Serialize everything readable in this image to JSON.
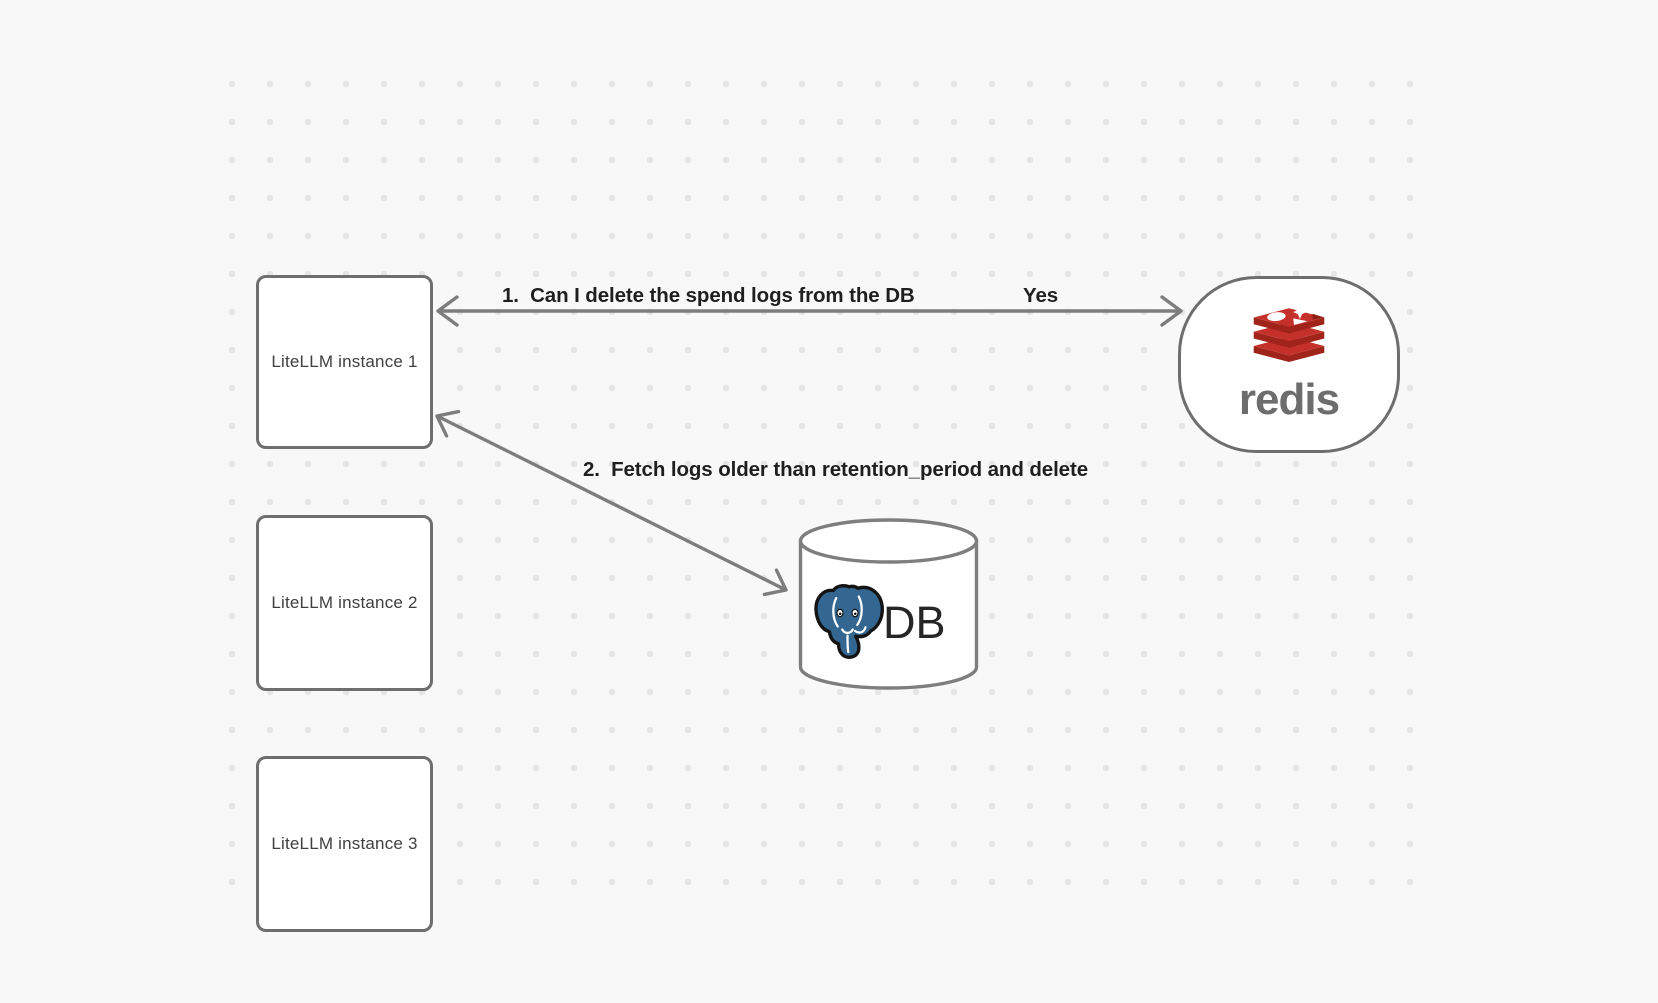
{
  "canvas": {
    "background": "#f8f8f8",
    "dot_color": "#e5e5e5",
    "stroke_color": "#6e6e6e",
    "arrow_color": "#7d7d7d"
  },
  "nodes": {
    "instances": [
      {
        "label": "LiteLLM instance 1"
      },
      {
        "label": "LiteLLM instance 2"
      },
      {
        "label": "LiteLLM instance 3"
      }
    ],
    "redis": {
      "label": "redis",
      "logo_red": "#c6302b",
      "logo_dark_red": "#a02419",
      "wordmark_color": "#6d6d6d"
    },
    "db": {
      "label": "DB",
      "elephant_blue": "#336791"
    }
  },
  "edges": [
    {
      "label": "1.  Can I delete the spend logs from the DB",
      "response": "Yes"
    },
    {
      "label": "2.  Fetch logs older than retention_period and delete"
    }
  ]
}
